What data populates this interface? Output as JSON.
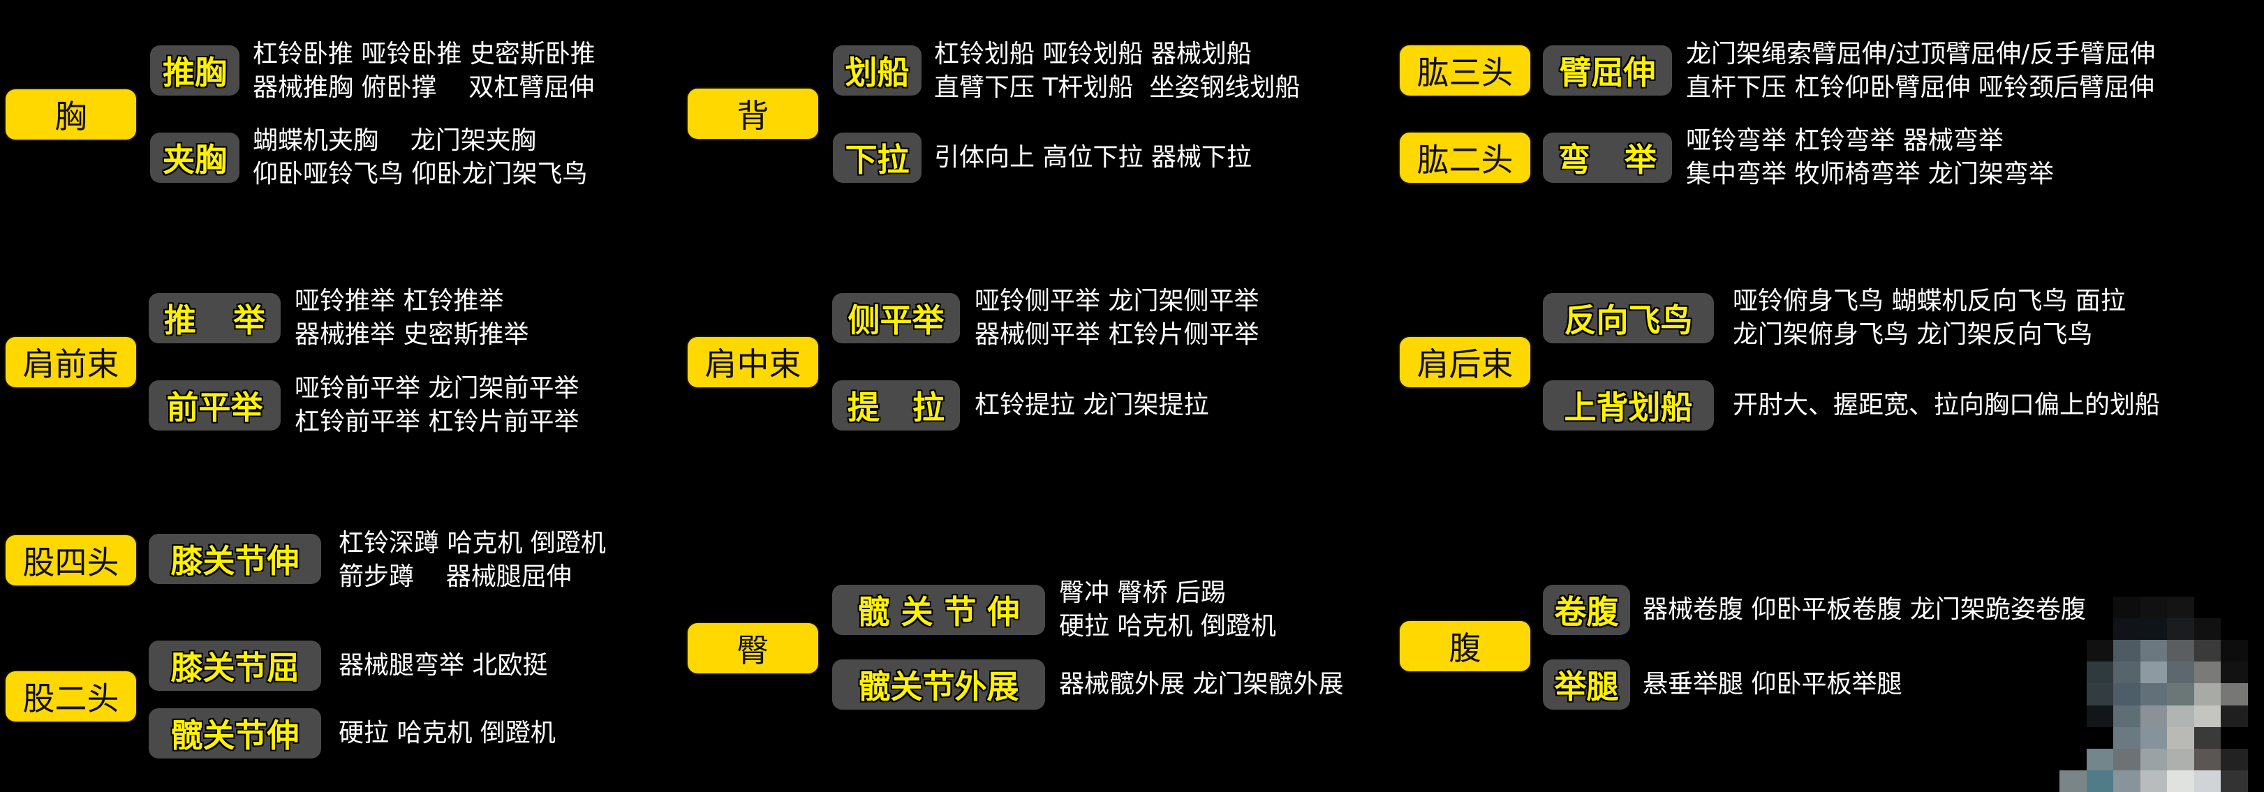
{
  "title": "Muscle group exercise reference",
  "colors": {
    "background": "#000000",
    "muscle_pill": "#ffd800",
    "movement_box": "#4a4a4a",
    "movement_text": "#fff200",
    "exercise_text": "#ffffff"
  },
  "groups": [
    {
      "muscle": "胸",
      "movements": [
        {
          "label": "推胸",
          "lines": [
            "杠铃卧推 哑铃卧推 史密斯卧推",
            "器械推胸 俯卧撑    双杠臂屈伸"
          ]
        },
        {
          "label": "夹胸",
          "lines": [
            "蝴蝶机夹胸    龙门架夹胸",
            "仰卧哑铃飞鸟 仰卧龙门架飞鸟"
          ]
        }
      ]
    },
    {
      "muscle": "背",
      "movements": [
        {
          "label": "划船",
          "lines": [
            "杠铃划船 哑铃划船 器械划船",
            "直臂下压 T杆划船  坐姿钢线划船"
          ]
        },
        {
          "label": "下拉",
          "lines": [
            "引体向上 高位下拉 器械下拉"
          ]
        }
      ]
    },
    {
      "muscle": "肱三头",
      "movements": [
        {
          "label": "臂屈伸",
          "lines": [
            "龙门架绳索臂屈伸/过顶臂屈伸/反手臂屈伸",
            "直杆下压 杠铃仰卧臂屈伸 哑铃颈后臂屈伸"
          ]
        }
      ]
    },
    {
      "muscle": "肱二头",
      "movements": [
        {
          "label": "弯举",
          "label_chars": [
            "弯",
            "举"
          ],
          "lines": [
            "哑铃弯举 杠铃弯举 器械弯举",
            "集中弯举 牧师椅弯举 龙门架弯举"
          ]
        }
      ]
    },
    {
      "muscle": "肩前束",
      "movements": [
        {
          "label": "推举",
          "label_chars": [
            "推",
            "举"
          ],
          "lines": [
            "哑铃推举 杠铃推举",
            "器械推举 史密斯推举"
          ]
        },
        {
          "label": "前平举",
          "lines": [
            "哑铃前平举 龙门架前平举",
            "杠铃前平举 杠铃片前平举"
          ]
        }
      ]
    },
    {
      "muscle": "肩中束",
      "movements": [
        {
          "label": "侧平举",
          "lines": [
            "哑铃侧平举 龙门架侧平举",
            "器械侧平举 杠铃片侧平举"
          ]
        },
        {
          "label": "提拉",
          "label_chars": [
            "提",
            "拉"
          ],
          "lines": [
            "杠铃提拉 龙门架提拉"
          ]
        }
      ]
    },
    {
      "muscle": "肩后束",
      "movements": [
        {
          "label": "反向飞鸟",
          "lines": [
            "哑铃俯身飞鸟 蝴蝶机反向飞鸟 面拉",
            "龙门架俯身飞鸟 龙门架反向飞鸟"
          ]
        },
        {
          "label": "上背划船",
          "lines": [
            "开肘大、握距宽、拉向胸口偏上的划船"
          ]
        }
      ]
    },
    {
      "muscle": "股四头",
      "movements": [
        {
          "label": "膝关节伸",
          "lines": [
            "杠铃深蹲 哈克机 倒蹬机",
            "箭步蹲    器械腿屈伸"
          ]
        }
      ]
    },
    {
      "muscle": "股二头",
      "movements": [
        {
          "label": "膝关节屈",
          "lines": [
            "器械腿弯举 北欧挺"
          ]
        },
        {
          "label": "髋关节伸",
          "lines": [
            "硬拉 哈克机 倒蹬机"
          ]
        }
      ]
    },
    {
      "muscle": "臀",
      "movements": [
        {
          "label": "髋 关 节 伸",
          "lines": [
            "臀冲 臀桥 后踢",
            "硬拉 哈克机 倒蹬机"
          ]
        },
        {
          "label": "髋关节外展",
          "lines": [
            "器械髋外展 龙门架髋外展"
          ]
        }
      ]
    },
    {
      "muscle": "腹",
      "movements": [
        {
          "label": "卷腹",
          "lines": [
            "器械卷腹 仰卧平板卷腹 龙门架跪姿卷腹"
          ]
        },
        {
          "label": "举腿",
          "lines": [
            "悬垂举腿 仰卧平板举腿"
          ]
        }
      ]
    }
  ],
  "overlay": {
    "description": "pixelated-censored-region"
  }
}
